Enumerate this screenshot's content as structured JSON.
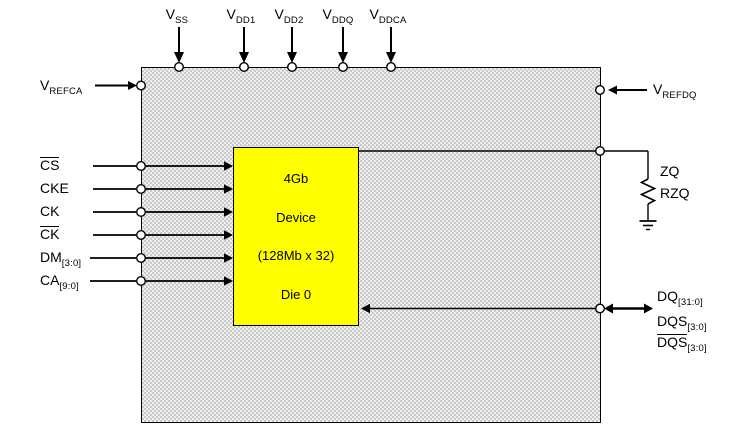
{
  "power_pins": [
    {
      "label": "V",
      "sub": "SS"
    },
    {
      "label": "V",
      "sub": "DD1"
    },
    {
      "label": "V",
      "sub": "DD2"
    },
    {
      "label": "V",
      "sub": "DDQ"
    },
    {
      "label": "V",
      "sub": "DDCA"
    }
  ],
  "left_side": {
    "vrefca": {
      "label": "V",
      "sub": "REFCA"
    },
    "signals": [
      {
        "label": "CS",
        "sub": "",
        "overline": true
      },
      {
        "label": "CKE",
        "sub": "",
        "overline": false
      },
      {
        "label": "CK",
        "sub": "",
        "overline": false
      },
      {
        "label": "CK",
        "sub": "",
        "overline": true
      },
      {
        "label": "DM",
        "sub": "[3:0]",
        "overline": false
      },
      {
        "label": "CA",
        "sub": "[9:0]",
        "overline": false
      }
    ]
  },
  "right_side": {
    "vrefdq": {
      "label": "V",
      "sub": "REFDQ"
    },
    "zq_pin_label": "ZQ",
    "resistor_label": "RZQ",
    "dq_signals": [
      {
        "label": "DQ",
        "sub": "[31:0]",
        "overline": false
      },
      {
        "label": "DQS",
        "sub": "[3:0]",
        "overline": false
      },
      {
        "label": "DQS",
        "sub": "[3:0]",
        "overline": true
      }
    ]
  },
  "device_box": {
    "lines": [
      "4Gb",
      "Device",
      "(128Mb x 32)",
      "Die 0"
    ]
  },
  "colors": {
    "device_fill": "#ffff00",
    "line_color": "#000000",
    "package_fill_dark": "#c9c9c9",
    "package_fill_light": "#efefef"
  }
}
